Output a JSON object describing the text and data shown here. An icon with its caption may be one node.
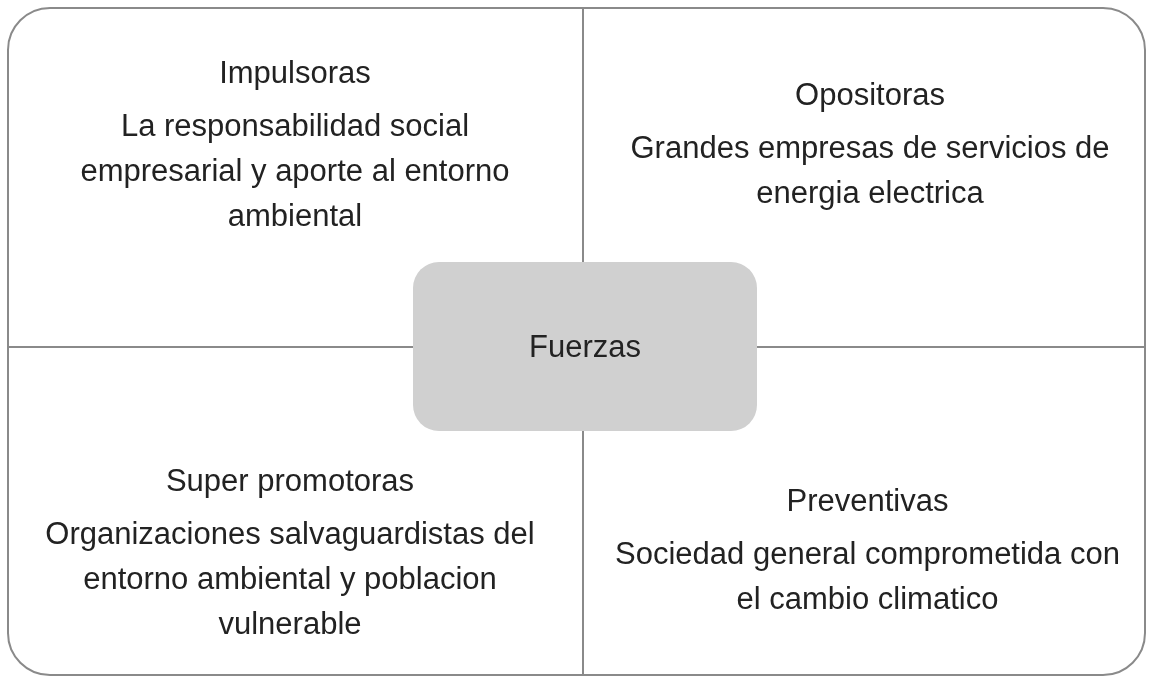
{
  "diagram": {
    "nodes": [
      {
        "text": [
          "Impulsoras",
          "La responsabilidad social empresarial y aporte al entorno ambiental"
        ]
      },
      {
        "text": [
          "Opositoras",
          "Grandes empresas de servicios de energia electrica"
        ]
      },
      {
        "text": [
          "Super promotoras",
          "Organizaciones salvaguardistas del entorno ambiental y poblacion vulnerable"
        ]
      },
      {
        "text": [
          "Preventivas",
          "Sociedad general comprometida con el cambio climatico"
        ]
      },
      {
        "text": [
          "Fuerzas"
        ]
      }
    ]
  }
}
